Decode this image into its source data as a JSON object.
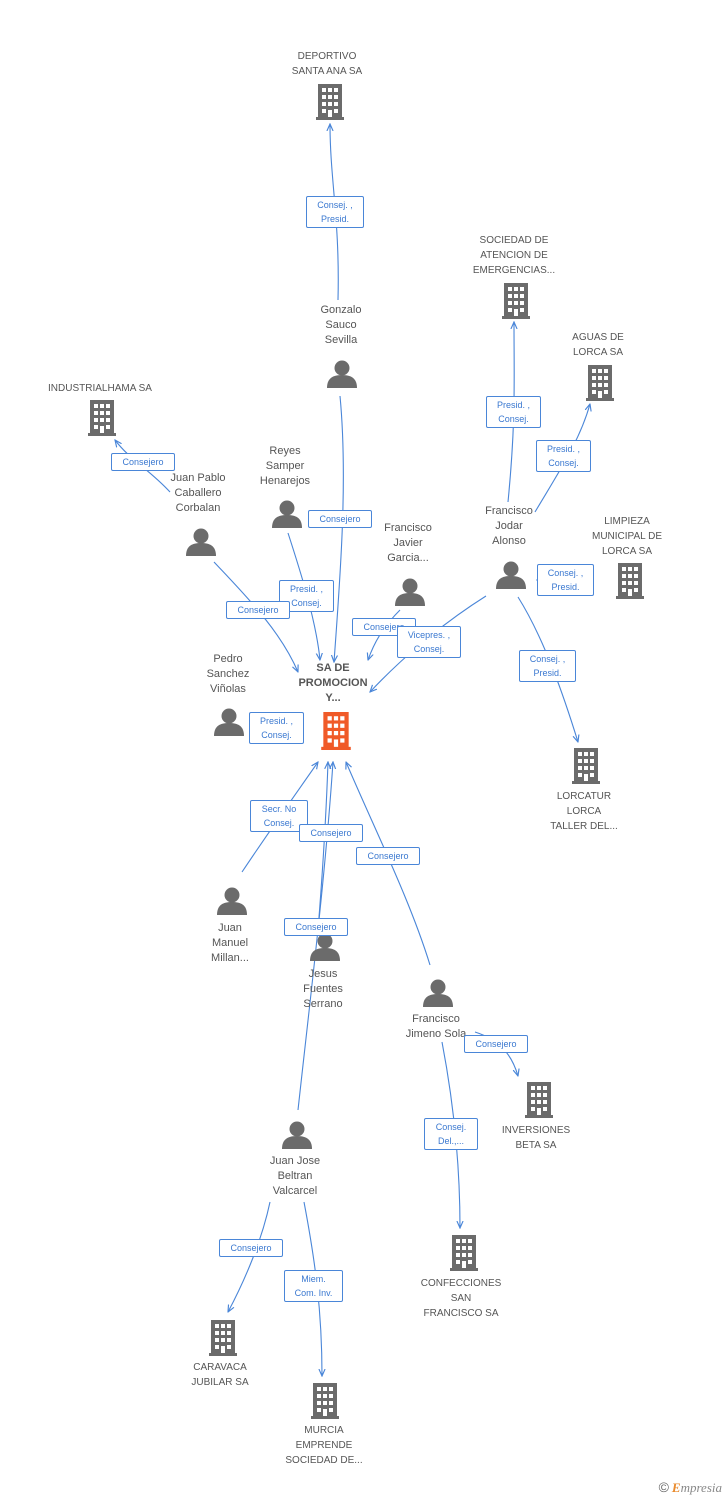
{
  "diagram": {
    "center": {
      "label": "SA DE\nPROMOCION\nY...",
      "icon": "building-icon",
      "color": "#f05a28"
    },
    "colors": {
      "edge": "#4a86d8",
      "node_icon": "#6b6b6b",
      "center_icon": "#f05a28",
      "text": "#555555"
    },
    "companies": [
      {
        "id": "deportivo",
        "label": "DEPORTIVO\nSANTA ANA SA"
      },
      {
        "id": "sociedad",
        "label": "SOCIEDAD DE\nATENCION DE\nEMERGENCIAS..."
      },
      {
        "id": "aguas",
        "label": "AGUAS DE\nLORCA SA"
      },
      {
        "id": "industrialhama",
        "label": "INDUSTRIALHAMA SA"
      },
      {
        "id": "limpieza",
        "label": "LIMPIEZA\nMUNICIPAL DE\nLORCA SA"
      },
      {
        "id": "lorcatur",
        "label": "LORCATUR\nLORCA\nTALLER DEL..."
      },
      {
        "id": "inversiones",
        "label": "INVERSIONES\nBETA SA"
      },
      {
        "id": "confecciones",
        "label": "CONFECCIONES\nSAN\nFRANCISCO SA"
      },
      {
        "id": "caravaca",
        "label": "CARAVACA\nJUBILAR SA"
      },
      {
        "id": "murcia",
        "label": "MURCIA\nEMPRENDE\nSOCIEDAD DE..."
      }
    ],
    "persons": [
      {
        "id": "gonzalo",
        "label": "Gonzalo\nSauco\nSevilla"
      },
      {
        "id": "reyes",
        "label": "Reyes\nSamper\nHenarejos"
      },
      {
        "id": "juanpablo",
        "label": "Juan Pablo\nCaballero\nCorbalan"
      },
      {
        "id": "franciscojavier",
        "label": "Francisco\nJavier\nGarcia..."
      },
      {
        "id": "franciscojodar",
        "label": "Francisco\nJodar\nAlonso"
      },
      {
        "id": "pedro",
        "label": "Pedro\nSanchez\nViñolas"
      },
      {
        "id": "juanmanuel",
        "label": "Juan\nManuel\nMillan..."
      },
      {
        "id": "jesus",
        "label": "Jesus\nFuentes\nSerrano"
      },
      {
        "id": "franciscojimeno",
        "label": "Francisco\nJimeno Sola"
      },
      {
        "id": "juanjose",
        "label": "Juan Jose\nBeltran\nValcarcel"
      }
    ],
    "edges": [
      {
        "id": "e1",
        "label": "Consej. ,\nPresid."
      },
      {
        "id": "e2",
        "label": "Presid. ,\nConsej."
      },
      {
        "id": "e3",
        "label": "Presid. ,\nConsej."
      },
      {
        "id": "e4",
        "label": "Consejero"
      },
      {
        "id": "e5",
        "label": "Consejero"
      },
      {
        "id": "e6",
        "label": "Consej. ,\nPresid."
      },
      {
        "id": "e7",
        "label": "Presid. ,\nConsej."
      },
      {
        "id": "e8",
        "label": "Consejero"
      },
      {
        "id": "e9",
        "label": "Consejero"
      },
      {
        "id": "e10",
        "label": "Vicepres. ,\nConsej."
      },
      {
        "id": "e11",
        "label": "Consej. ,\nPresid."
      },
      {
        "id": "e12",
        "label": "Presid. ,\nConsej."
      },
      {
        "id": "e13",
        "label": "Secr. No\nConsej."
      },
      {
        "id": "e14",
        "label": "Consejero"
      },
      {
        "id": "e15",
        "label": "Consejero"
      },
      {
        "id": "e16",
        "label": "Consejero"
      },
      {
        "id": "e17",
        "label": "Consejero"
      },
      {
        "id": "e18",
        "label": "Consej.\nDel.,..."
      },
      {
        "id": "e19",
        "label": "Consejero"
      },
      {
        "id": "e20",
        "label": "Miem.\nCom. Inv."
      }
    ]
  },
  "brand": {
    "copyright": "©",
    "first_letter": "E",
    "rest": "mpresia"
  }
}
